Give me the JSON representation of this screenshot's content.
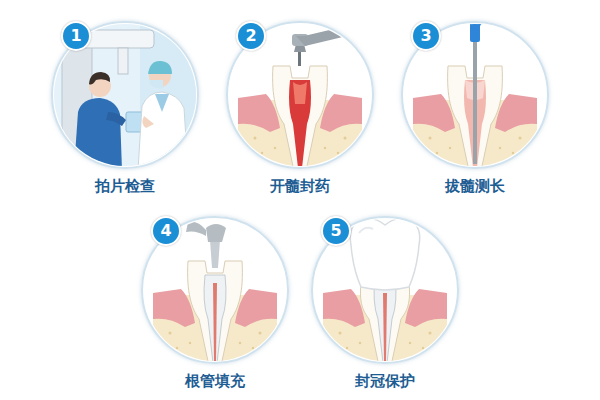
{
  "diagram": {
    "nodes": [
      {
        "text": [
          "拍片检查"
        ]
      },
      {
        "text": [
          "1"
        ],
        "in": 0
      },
      {
        "text": [
          "开髓封药"
        ]
      },
      {
        "text": [
          "2"
        ],
        "in": 2
      },
      {
        "text": [
          "拔髓测长"
        ]
      },
      {
        "text": [
          "3"
        ],
        "in": 4
      },
      {
        "text": [
          "根管填充"
        ]
      },
      {
        "text": [
          "4"
        ],
        "in": 6
      },
      {
        "text": [
          "封冠保护"
        ]
      },
      {
        "text": [
          "5"
        ],
        "in": 8
      }
    ]
  }
}
